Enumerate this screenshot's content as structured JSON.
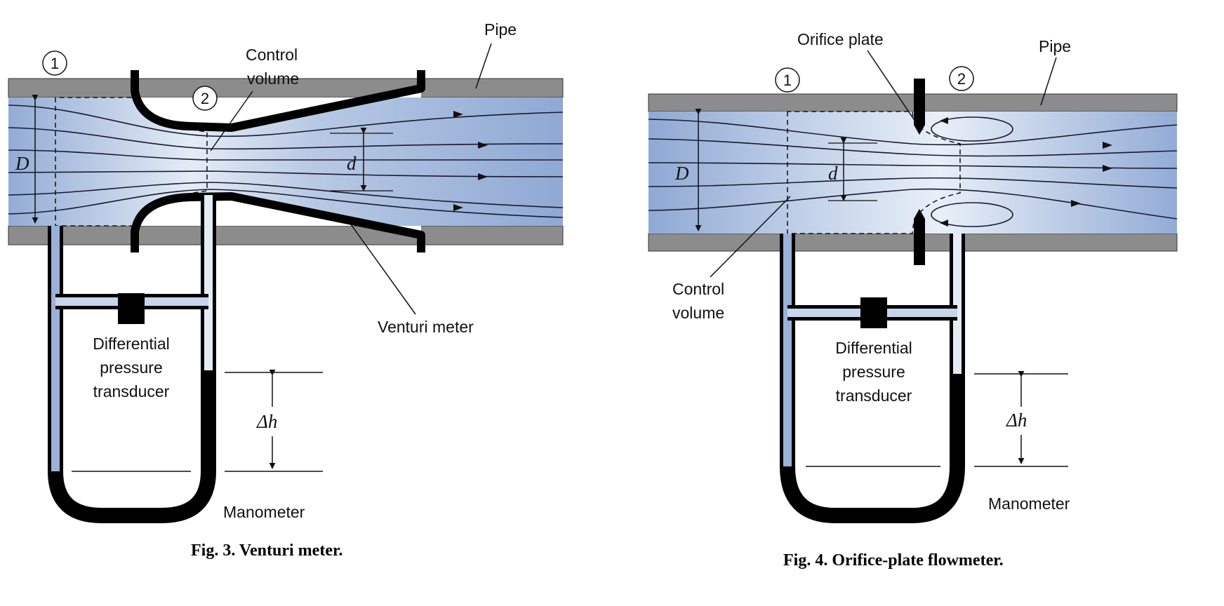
{
  "fig3": {
    "caption": "Fig. 3.  Venturi meter.",
    "labels": {
      "pipe": "Pipe",
      "control_volume_line1": "Control",
      "control_volume_line2": "volume",
      "station1": "1",
      "station2": "2",
      "D": "D",
      "d": "d",
      "venturi_meter": "Venturi meter",
      "transducer_line1": "Differential",
      "transducer_line2": "pressure",
      "transducer_line3": "transducer",
      "delta_h": "Δh",
      "manometer": "Manometer"
    }
  },
  "fig4": {
    "caption": "Fig. 4.  Orifice-plate flowmeter.",
    "labels": {
      "orifice_plate": "Orifice plate",
      "pipe": "Pipe",
      "station1": "1",
      "station2": "2",
      "D": "D",
      "d": "d",
      "control_volume_line1": "Control",
      "control_volume_line2": "volume",
      "transducer_line1": "Differential",
      "transducer_line2": "pressure",
      "transducer_line3": "transducer",
      "delta_h": "Δh",
      "manometer": "Manometer"
    }
  },
  "colors": {
    "pipe_wall": "#8c8c8c",
    "fluid": "#9bb2d8",
    "fluid_light": "#e4ecf6",
    "manometer_fluid": "#000000"
  }
}
